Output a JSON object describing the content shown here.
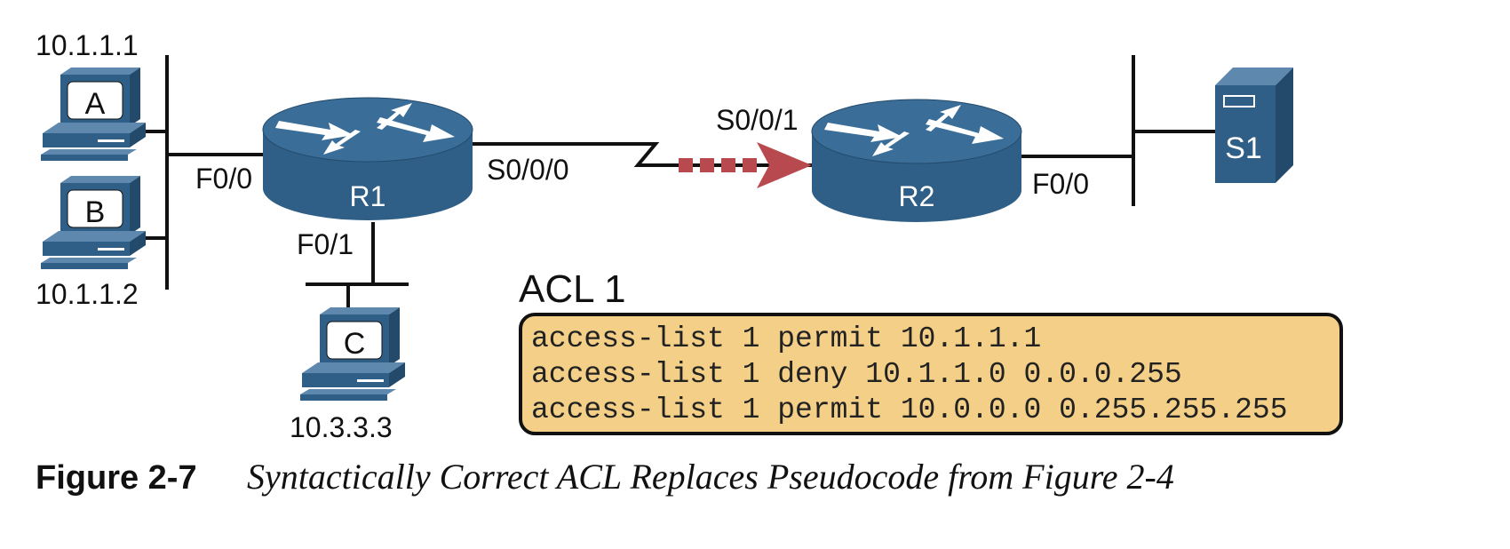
{
  "hosts": {
    "a": {
      "label": "A",
      "ip": "10.1.1.1"
    },
    "b": {
      "label": "B",
      "ip": "10.1.1.2"
    },
    "c": {
      "label": "C",
      "ip": "10.3.3.3"
    },
    "server": {
      "label": "S1"
    }
  },
  "routers": {
    "r1": {
      "label": "R1",
      "interfaces": {
        "f00": "F0/0",
        "f01": "F0/1",
        "s000": "S0/0/0"
      }
    },
    "r2": {
      "label": "R2",
      "interfaces": {
        "s001": "S0/0/1",
        "f00": "F0/0"
      }
    }
  },
  "acl": {
    "title": "ACL 1",
    "lines": [
      "access-list 1 permit 10.1.1.1",
      "access-list 1 deny 10.1.1.0 0.0.0.255",
      "access-list 1 permit 10.0.0.0 0.255.255.255"
    ]
  },
  "caption": {
    "number": "Figure 2-7",
    "text": "Syntactically Correct ACL Replaces Pseudocode from Figure 2-4"
  },
  "colors": {
    "device": "#2f5f86",
    "device_dark": "#234a6a",
    "device_light": "#5e88ad",
    "arrow": "#b84a4f",
    "acl_fill": "#f4cf87",
    "line": "#111111"
  }
}
